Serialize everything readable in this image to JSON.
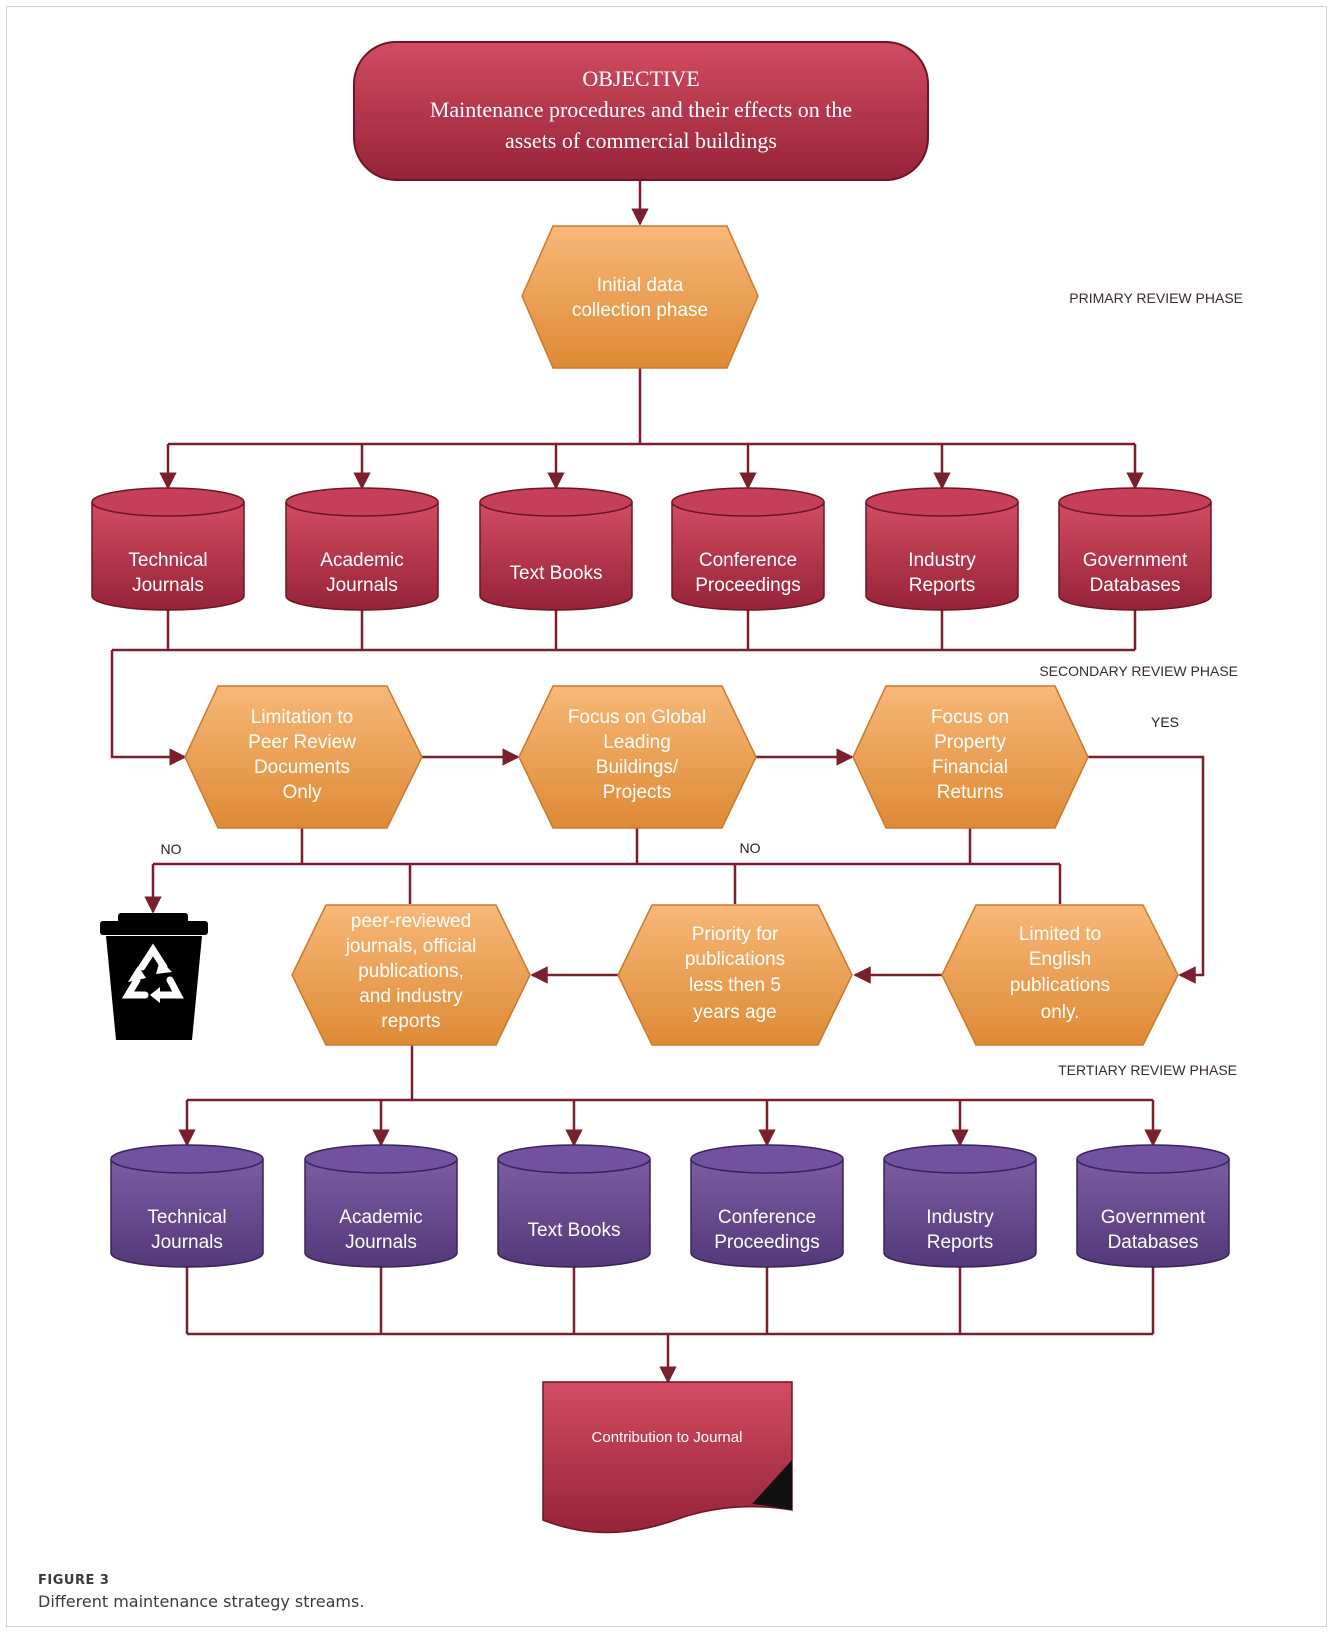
{
  "objective": {
    "heading": "OBJECTIVE",
    "line1": "Maintenance procedures and their effects on the",
    "line2": "assets of commercial buildings"
  },
  "initial": [
    "Initial data",
    "collection phase"
  ],
  "phases": {
    "primary": "PRIMARY REVIEW PHASE",
    "secondary": "SECONDARY REVIEW PHASE",
    "tertiary": "TERTIARY REVIEW PHASE"
  },
  "sources": [
    [
      "Technical",
      "Journals"
    ],
    [
      "Academic",
      "Journals"
    ],
    [
      "Text Books"
    ],
    [
      "Conference",
      "Proceedings"
    ],
    [
      "Industry",
      "Reports"
    ],
    [
      "Government",
      "Databases"
    ]
  ],
  "filters_row1": [
    [
      "Limitation to",
      "Peer Review",
      "Documents",
      "Only"
    ],
    [
      "Focus on Global",
      "Leading",
      "Buildings/",
      "Projects"
    ],
    [
      "Focus on",
      "Property",
      "Financial",
      "Returns"
    ]
  ],
  "filters_row2": [
    [
      "peer-reviewed",
      "journals, official",
      "publications,",
      "and industry",
      "reports"
    ],
    [
      "Priority for",
      "publications",
      "less then 5",
      "years age"
    ],
    [
      "Limited to",
      "English",
      "publications",
      "only."
    ]
  ],
  "decisions": {
    "yes": "YES",
    "no_left": "NO",
    "no_mid": "NO"
  },
  "contribution": "Contribution to Journal",
  "figure": {
    "label": "FIGURE 3",
    "caption": "Different maintenance strategy streams."
  },
  "colors": {
    "crimson": "#a52a45",
    "crimson_light": "#c8485f",
    "orange": "#f0a35a",
    "orange_dark": "#d9822b",
    "purple": "#5e3f86",
    "purple_light": "#7d5ea6",
    "connector": "#7a1f2e"
  },
  "icons": {
    "trash": "recycle-bin-icon"
  }
}
